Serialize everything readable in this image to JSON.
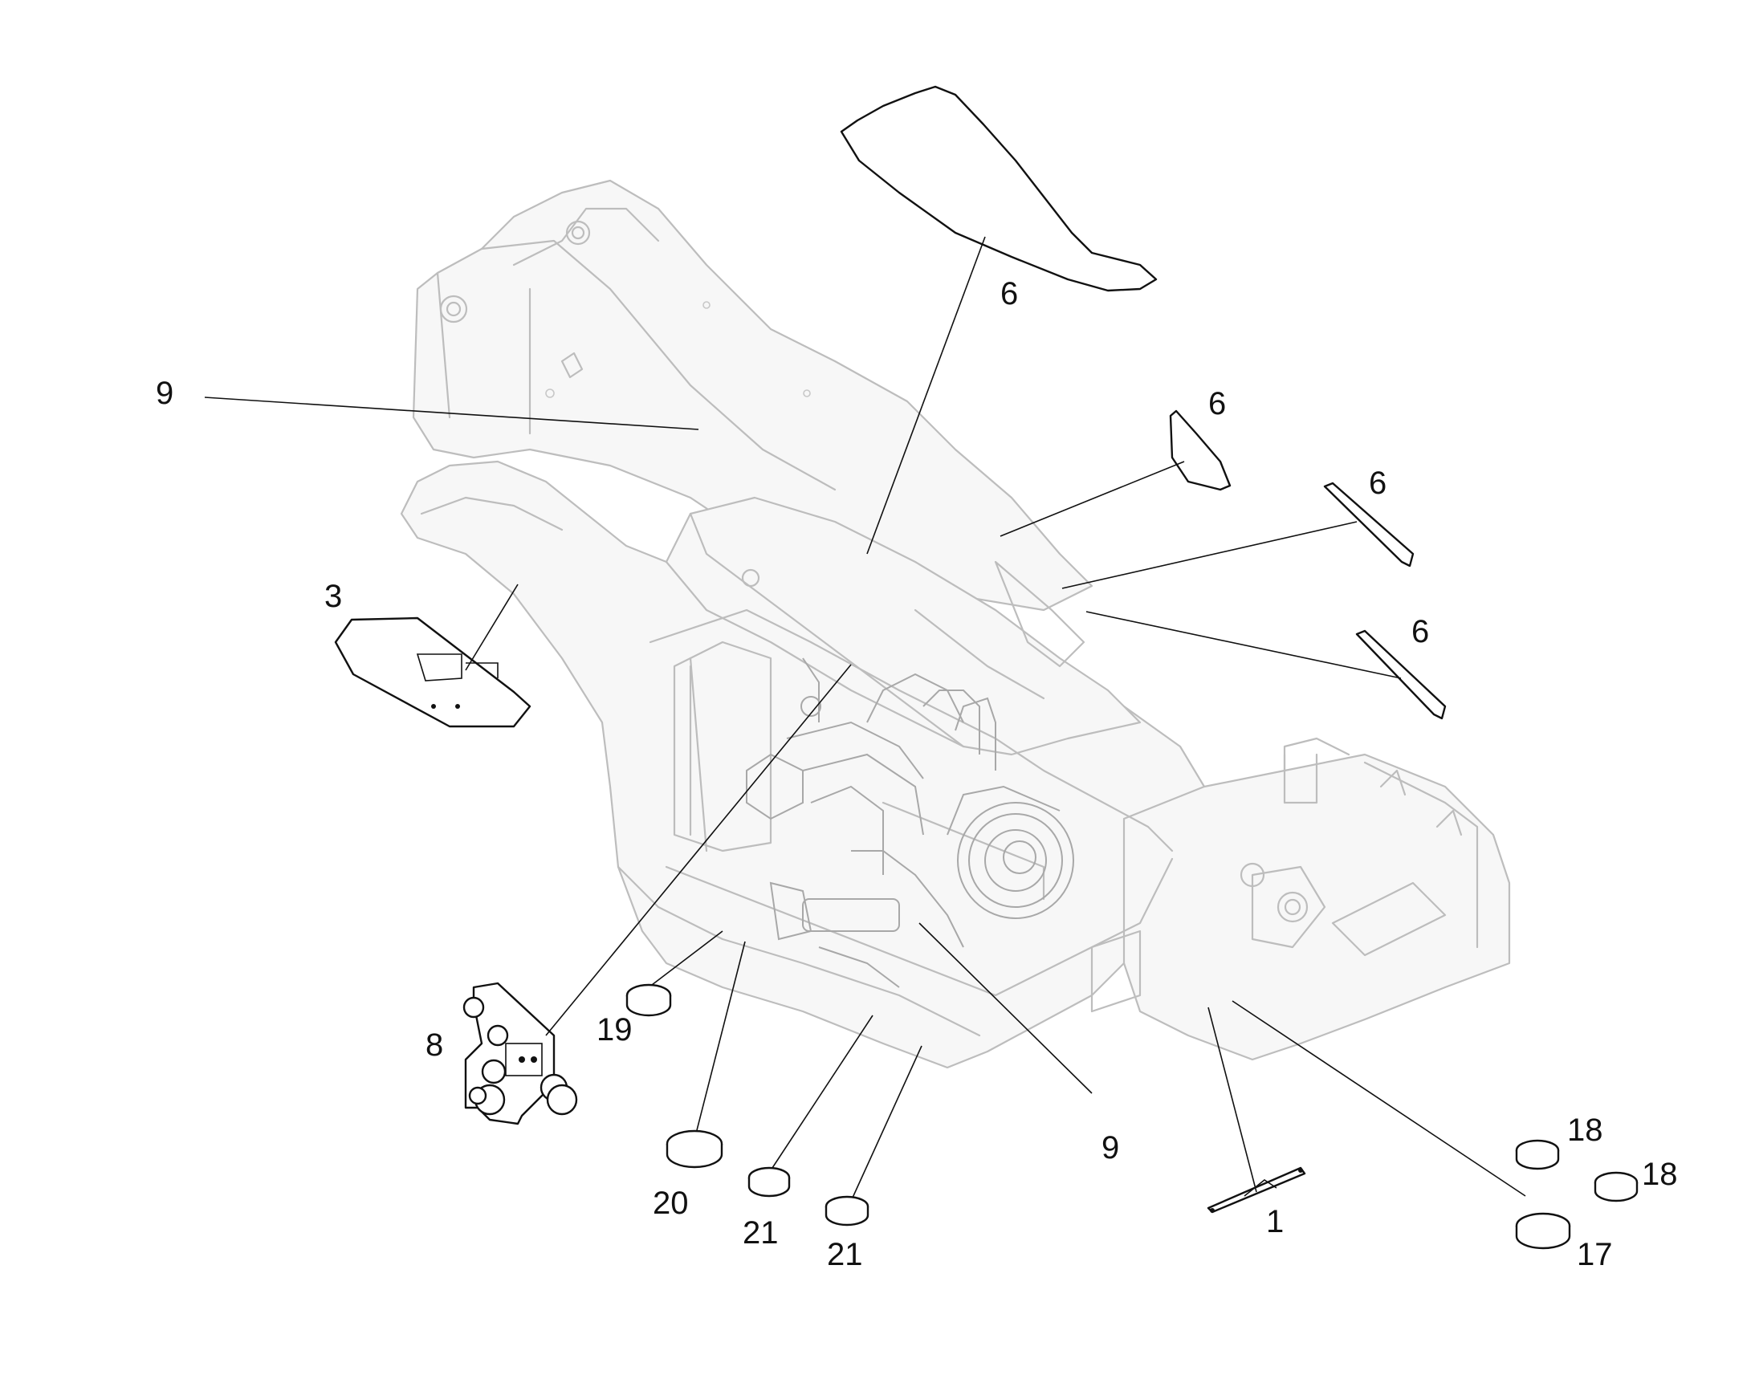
{
  "callouts": [
    {
      "id": "c1",
      "label": "1"
    },
    {
      "id": "c3",
      "label": "3"
    },
    {
      "id": "c6a",
      "label": "6"
    },
    {
      "id": "c6b",
      "label": "6"
    },
    {
      "id": "c6c",
      "label": "6"
    },
    {
      "id": "c6d",
      "label": "6"
    },
    {
      "id": "c8",
      "label": "8"
    },
    {
      "id": "c9a",
      "label": "9"
    },
    {
      "id": "c9b",
      "label": "9"
    },
    {
      "id": "c17",
      "label": "17"
    },
    {
      "id": "c18a",
      "label": "18"
    },
    {
      "id": "c18b",
      "label": "18"
    },
    {
      "id": "c19",
      "label": "19"
    },
    {
      "id": "c20",
      "label": "20"
    },
    {
      "id": "c21a",
      "label": "21"
    },
    {
      "id": "c21b",
      "label": "21"
    }
  ]
}
